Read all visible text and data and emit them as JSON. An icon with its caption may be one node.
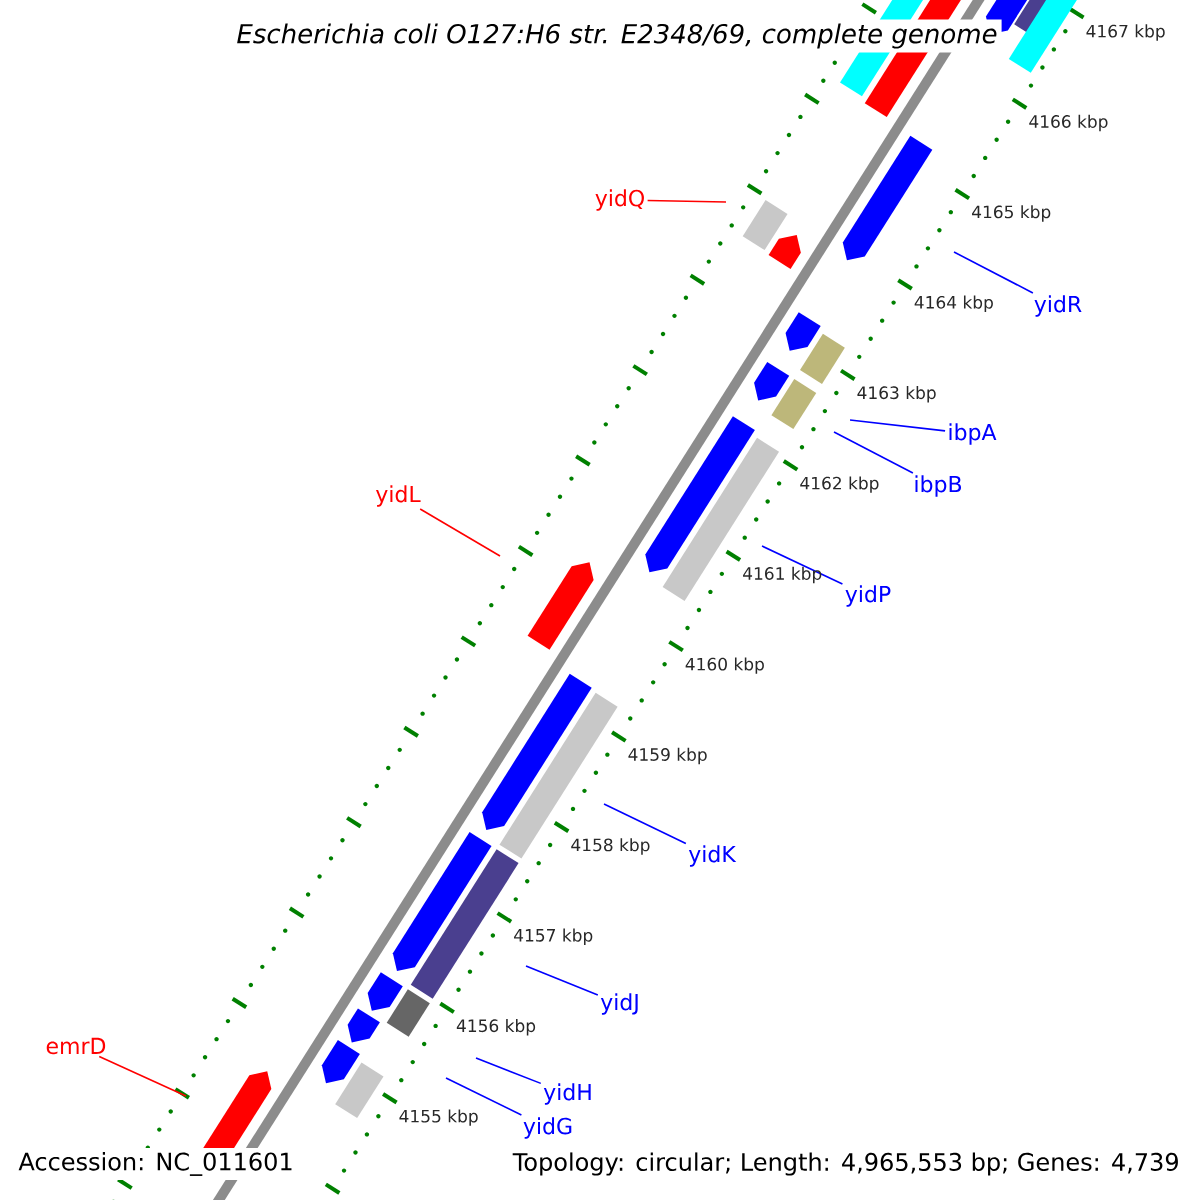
{
  "diagram": {
    "title": "Escherichia coli O127:H6 str. E2348/69, complete genome",
    "nodes": [
      {
        "text": [
          "yidQ"
        ]
      },
      {
        "text": [
          "yidR"
        ]
      },
      {
        "text": [
          "ibpA"
        ]
      },
      {
        "text": [
          "ibpB"
        ]
      },
      {
        "text": [
          "yidL"
        ]
      },
      {
        "text": [
          "yidP"
        ]
      },
      {
        "text": [
          "yidK"
        ]
      },
      {
        "text": [
          "yidJ"
        ]
      },
      {
        "text": [
          "emrD"
        ]
      },
      {
        "text": [
          "yidH"
        ]
      },
      {
        "text": [
          "yidG"
        ]
      }
    ],
    "edges": [
      {
        "from": 0,
        "to": null,
        "arrow": "none",
        "color": "#ff0000"
      },
      {
        "from": 1,
        "to": null,
        "arrow": "none"
      },
      {
        "from": 2,
        "to": null,
        "arrow": "none"
      },
      {
        "from": 3,
        "to": null,
        "arrow": "none"
      },
      {
        "from": 4,
        "to": null,
        "arrow": "none",
        "color": "#ff0000"
      },
      {
        "from": 5,
        "to": null,
        "arrow": "none"
      },
      {
        "from": 6,
        "to": null,
        "arrow": "none"
      },
      {
        "from": 7,
        "to": null,
        "arrow": "none"
      },
      {
        "from": 8,
        "to": null,
        "arrow": "none",
        "color": "#ff0000"
      },
      {
        "from": 9,
        "to": null,
        "arrow": "none"
      },
      {
        "from": 10,
        "to": null,
        "arrow": "none"
      }
    ],
    "labels": [
      "4167 kbp",
      "4166 kbp",
      "4165 kbp",
      "4164 kbp",
      "4163 kbp",
      "4162 kbp",
      "4161 kbp",
      "4160 kbp",
      "4159 kbp",
      "4158 kbp",
      "4157 kbp",
      "4156 kbp",
      "4155 kbp",
      "Accession: NC_011601",
      "Topology: circular; Length: 4,965,553 bp; Genes: 4,739"
    ]
  }
}
